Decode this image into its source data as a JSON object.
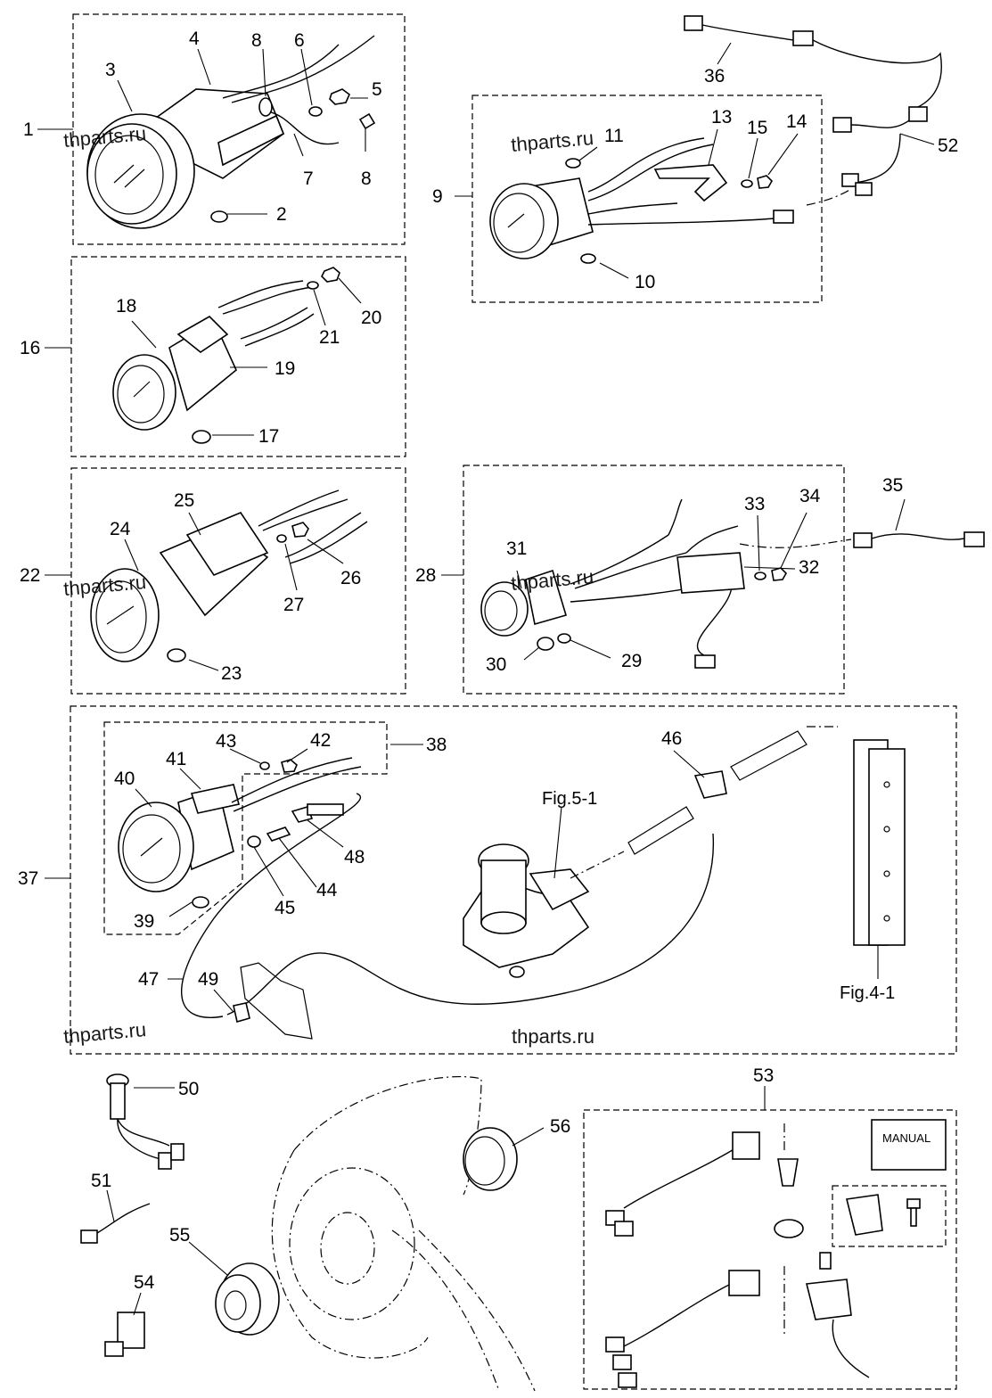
{
  "labels": {
    "n1": "1",
    "n2": "2",
    "n3": "3",
    "n4": "4",
    "n5": "5",
    "n6": "6",
    "n7": "7",
    "n8a": "8",
    "n8b": "8",
    "n9": "9",
    "n10": "10",
    "n11": "11",
    "n13": "13",
    "n14": "14",
    "n15": "15",
    "n16": "16",
    "n17": "17",
    "n18": "18",
    "n19": "19",
    "n20": "20",
    "n21": "21",
    "n22": "22",
    "n23": "23",
    "n24": "24",
    "n25": "25",
    "n26": "26",
    "n27": "27",
    "n28": "28",
    "n29": "29",
    "n30": "30",
    "n31": "31",
    "n32": "32",
    "n33": "33",
    "n34": "34",
    "n35": "35",
    "n36": "36",
    "n37": "37",
    "n38": "38",
    "n39": "39",
    "n40": "40",
    "n41": "41",
    "n42": "42",
    "n43": "43",
    "n44": "44",
    "n45": "45",
    "n46": "46",
    "n47": "47",
    "n48": "48",
    "n49": "49",
    "n50": "50",
    "n51": "51",
    "n52": "52",
    "n53": "53",
    "n54": "54",
    "n55": "55",
    "n56": "56"
  },
  "references": {
    "fig51": "Fig.5-1",
    "fig41": "Fig.4-1"
  },
  "manual_label": "MANUAL",
  "watermark": "thparts.ru",
  "colors": {
    "ink": "#000000",
    "paper": "#ffffff"
  }
}
